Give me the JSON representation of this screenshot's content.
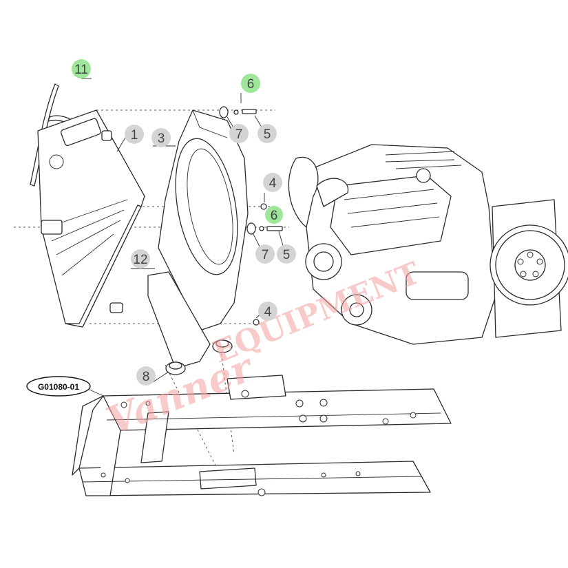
{
  "diagram": {
    "id_label": "G01080-01",
    "watermark": "Vanner EQUIPMENT",
    "colors": {
      "callout_fill": "#d4d4d4",
      "callout_highlight_fill": "#9ee69a",
      "callout_text": "#444444",
      "watermark": "#f3a0a0"
    },
    "callouts": [
      {
        "label": "11",
        "highlight": true
      },
      {
        "label": "6",
        "highlight": true
      },
      {
        "label": "1",
        "highlight": false
      },
      {
        "label": "3",
        "highlight": false
      },
      {
        "label": "7",
        "highlight": false
      },
      {
        "label": "5",
        "highlight": false
      },
      {
        "label": "4",
        "highlight": false
      },
      {
        "label": "6",
        "highlight": true
      },
      {
        "label": "12",
        "highlight": false
      },
      {
        "label": "7",
        "highlight": false
      },
      {
        "label": "5",
        "highlight": false
      },
      {
        "label": "4",
        "highlight": false
      },
      {
        "label": "8",
        "highlight": false
      }
    ]
  }
}
